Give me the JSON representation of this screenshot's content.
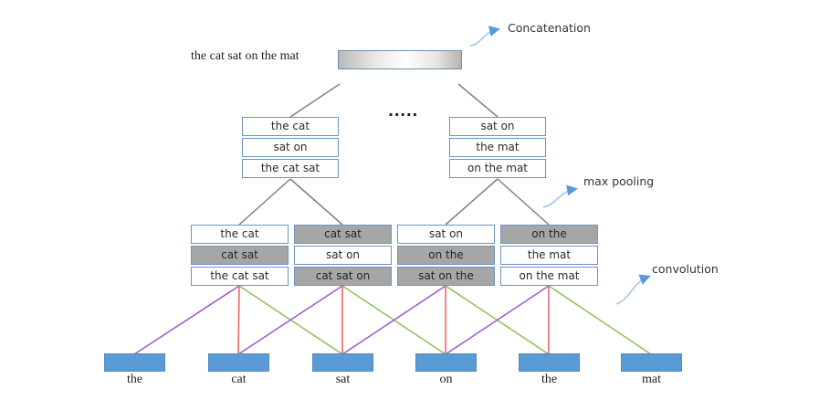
{
  "diagram": {
    "title_sentence": "the cat sat on the mat",
    "ellipsis": ".....",
    "annotations": {
      "concatenation": "Concatenation",
      "max_pooling": "max pooling",
      "convolution": "convolution"
    },
    "colors": {
      "box_border": "#6f93c0",
      "gray_fill": "#a6a6a6",
      "word_fill": "#5b9bd5",
      "edge_left": "#9b59d0",
      "edge_center": "#f0595f",
      "edge_right": "#8cc152",
      "tree_line": "#808080",
      "arrow": "#5b9bd5"
    },
    "pooled_stacks": [
      {
        "cells": [
          {
            "text": "the cat"
          },
          {
            "text": "sat on"
          },
          {
            "text": "the cat sat"
          }
        ]
      },
      {
        "cells": [
          {
            "text": "sat on"
          },
          {
            "text": "the mat"
          },
          {
            "text": "on the mat"
          }
        ]
      }
    ],
    "conv_stacks": [
      {
        "cells": [
          {
            "text": "the cat",
            "highlighted": false
          },
          {
            "text": "cat sat",
            "highlighted": true
          },
          {
            "text": "the cat sat",
            "highlighted": false
          }
        ]
      },
      {
        "cells": [
          {
            "text": "cat sat",
            "highlighted": true
          },
          {
            "text": "sat on",
            "highlighted": false
          },
          {
            "text": "cat sat on",
            "highlighted": true
          }
        ]
      },
      {
        "cells": [
          {
            "text": "sat on",
            "highlighted": false
          },
          {
            "text": "on the",
            "highlighted": true
          },
          {
            "text": "sat on the",
            "highlighted": true
          }
        ]
      },
      {
        "cells": [
          {
            "text": "on the",
            "highlighted": true
          },
          {
            "text": "the mat",
            "highlighted": false
          },
          {
            "text": "on the mat",
            "highlighted": false
          }
        ]
      }
    ],
    "words": [
      "the",
      "cat",
      "sat",
      "on",
      "the",
      "mat"
    ],
    "conv_connections": [
      {
        "stack": 0,
        "words": [
          0,
          1,
          2
        ]
      },
      {
        "stack": 1,
        "words": [
          1,
          2,
          3
        ]
      },
      {
        "stack": 2,
        "words": [
          2,
          3,
          4
        ]
      },
      {
        "stack": 3,
        "words": [
          3,
          4,
          5
        ]
      }
    ],
    "pool_connections": [
      {
        "pooled": 0,
        "conv": [
          0,
          1
        ]
      },
      {
        "pooled": 1,
        "conv": [
          2,
          3
        ]
      }
    ]
  }
}
